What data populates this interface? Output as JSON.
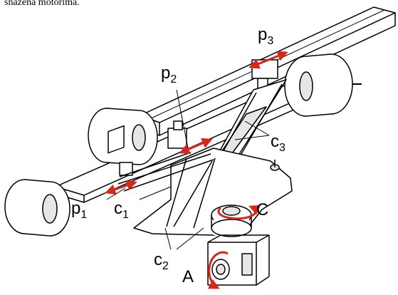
{
  "caption": "snažena motorima.",
  "labels": {
    "p1": {
      "main": "p",
      "sub": "1"
    },
    "p2": {
      "main": "p",
      "sub": "2"
    },
    "p3": {
      "main": "p",
      "sub": "3"
    },
    "c1": {
      "main": "c",
      "sub": "1"
    },
    "c2": {
      "main": "c",
      "sub": "2"
    },
    "c3": {
      "main": "c",
      "sub": "3"
    },
    "A": "A",
    "C": "C"
  },
  "colors": {
    "arrow": "#d9261c",
    "line": "#000000",
    "fill": "#ffffff",
    "shade": "#e6e6e6"
  }
}
